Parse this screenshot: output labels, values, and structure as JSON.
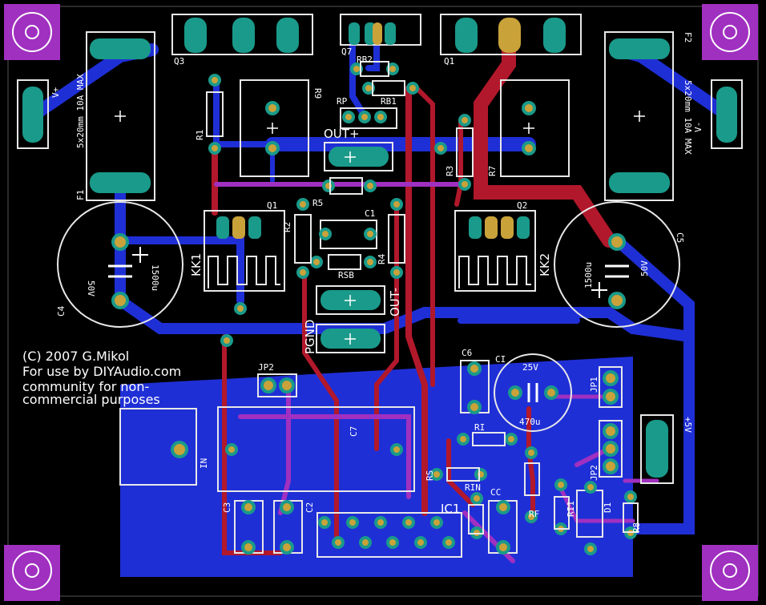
{
  "credits": {
    "line1": "(C) 2007 G.Mikol",
    "line2": "For use by DIYAudio.com",
    "line3": "community for non-",
    "line4": "commercial purposes"
  },
  "fuses": {
    "left_label": "5x20mm 10A MAX",
    "right_label": "5x20mm 10A MAX",
    "left_ref": "F1",
    "right_ref": "F2"
  },
  "power": {
    "vplus": "V+",
    "vminus": "V-",
    "plus5v": "+5V",
    "in": "IN",
    "out_plus": "OUT+",
    "out_minus": "OUT-",
    "pgnd": "PGND"
  },
  "caps": {
    "c4_ref": "C4",
    "c4_v": "50V",
    "c4_u": "1500u",
    "c5_ref": "C5",
    "c5_v": "50V",
    "c5_u": "1500u",
    "ci_ref": "CI",
    "ci_v": "25V",
    "ci_u": "470u",
    "c1": "C1",
    "c2": "C2",
    "c3": "C3",
    "c6": "C6",
    "c7": "C7",
    "cc": "CC"
  },
  "refs": {
    "q1": "Q1",
    "q2a": "Q1",
    "q2b": "Q2",
    "q3": "Q3",
    "q7": "Q7",
    "kk1": "KK1",
    "kk2": "KK2",
    "r1": "R1",
    "r2": "R2",
    "r3": "R3",
    "r4": "R4",
    "r5": "R5",
    "r7": "R7",
    "r8": "R8",
    "r9": "R9",
    "rb1": "RB1",
    "rb2": "RB2",
    "rs": "RS",
    "rsb": "RSB",
    "rp": "RP",
    "ri": "RI",
    "rin": "RIN",
    "rf": "RF",
    "ri1": "RI1",
    "rs2": "RS",
    "ic1": "IC1",
    "d1": "D1",
    "jp1": "JP1",
    "jp2a": "JP2",
    "jp2b": "JP2"
  },
  "colors": {
    "board": "#000000",
    "top_copper": "#b2182b",
    "bottom_copper": "#1f2fd6",
    "pad": "#1a9a8a",
    "via": "#c9a23a",
    "silkscreen": "#e8e8e8",
    "overlap": "#a030c0"
  }
}
